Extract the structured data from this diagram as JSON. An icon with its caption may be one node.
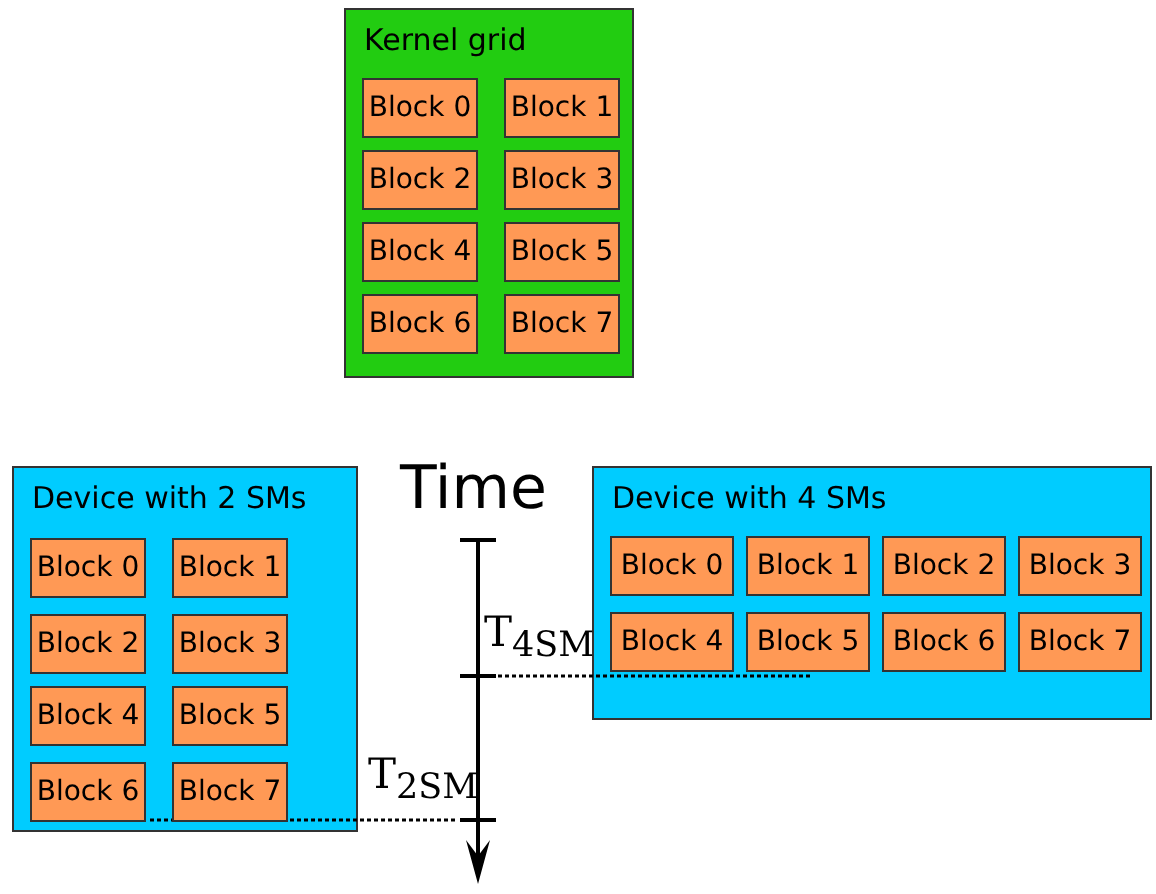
{
  "diagram": {
    "nodes": [
      {
        "text": [
          "Kernel grid"
        ]
      },
      {
        "text": [
          "Block 0"
        ],
        "in": 0
      },
      {
        "text": [
          "Block 1"
        ],
        "in": 0
      },
      {
        "text": [
          "Block 2"
        ],
        "in": 0
      },
      {
        "text": [
          "Block 3"
        ],
        "in": 0
      },
      {
        "text": [
          "Block 4"
        ],
        "in": 0
      },
      {
        "text": [
          "Block 5"
        ],
        "in": 0
      },
      {
        "text": [
          "Block 6"
        ],
        "in": 0
      },
      {
        "text": [
          "Block 7"
        ],
        "in": 0
      },
      {
        "text": [
          "Device with 2 SMs"
        ]
      },
      {
        "text": [
          "Block 0"
        ],
        "in": 9
      },
      {
        "text": [
          "Block 1"
        ],
        "in": 9
      },
      {
        "text": [
          "Block 2"
        ],
        "in": 9
      },
      {
        "text": [
          "Block 3"
        ],
        "in": 9
      },
      {
        "text": [
          "Block 4"
        ],
        "in": 9
      },
      {
        "text": [
          "Block 5"
        ],
        "in": 9
      },
      {
        "text": [
          "Block 6"
        ],
        "in": 9
      },
      {
        "text": [
          "Block 7"
        ],
        "in": 9
      },
      {
        "text": [
          "Device with 4 SMs"
        ]
      },
      {
        "text": [
          "Block 0"
        ],
        "in": 18
      },
      {
        "text": [
          "Block 1"
        ],
        "in": 18
      },
      {
        "text": [
          "Block 2"
        ],
        "in": 18
      },
      {
        "text": [
          "Block 3"
        ],
        "in": 18
      },
      {
        "text": [
          "Block 4"
        ],
        "in": 18
      },
      {
        "text": [
          "Block 5"
        ],
        "in": 18
      },
      {
        "text": [
          "Block 6"
        ],
        "in": 18
      },
      {
        "text": [
          "Block 7"
        ],
        "in": 18
      }
    ],
    "edges": [],
    "labels": [
      "Time",
      "T$_{4SM}$",
      "T$_{2SM}$"
    ]
  }
}
